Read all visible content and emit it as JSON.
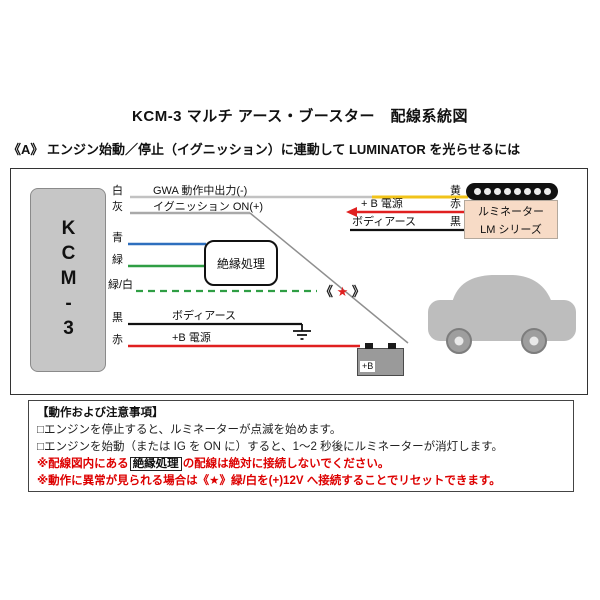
{
  "page": {
    "title": "KCM-3 マルチ アース・ブースター　配線系統図",
    "subtitle": "《A》 エンジン始動／停止（イグニッション）に連動して LUMINATOR を光らせるには"
  },
  "diagram": {
    "unit_label": "KCM-3",
    "insulation_label": "絶縁処理",
    "battery_label": "+B",
    "luminator_line1": "ルミネーター",
    "luminator_line2": "LM シリーズ",
    "star_open": "《",
    "star": "★",
    "star_close": "》",
    "wires": {
      "white_label": "白",
      "white_desc": "GWA 動作中出力(-)",
      "gray_label": "灰",
      "gray_desc": "イグニッション ON(+)",
      "blue_label": "青",
      "green_label": "緑",
      "greenwhite_label": "緑/白",
      "black_label": "黒",
      "black_desc": "ボディアース",
      "red_label": "赤",
      "red_desc": "+B 電源",
      "lum_yellow_label": "黄",
      "lum_red_label": "赤",
      "lum_red_desc": "+ B 電源",
      "lum_black_label": "黒",
      "lum_black_desc": "ボディアース"
    }
  },
  "notes": {
    "heading": "【動作および注意事項】",
    "item1": "□エンジンを停止すると、ルミネーターが点滅を始めます。",
    "item2": "□エンジンを始動（または IG を ON に）すると、1〜2 秒後にルミネーターが消灯します。",
    "warn1_prefix": "※配線図内にある",
    "warn1_boxed": "絶縁処理",
    "warn1_suffix": "の配線は絶対に接続しないでください。",
    "warn2": "※動作に異常が見られる場合は《★》緑/白を(+)12V へ接続することでリセットできます。"
  },
  "colors": {
    "white_wire": "#c2c2c2",
    "gray_wire": "#a9a9a9",
    "blue_wire": "#2e6fbe",
    "green_wire": "#2f9e44",
    "black_wire": "#111111",
    "red_wire": "#e02020",
    "yellow_wire": "#f1c319",
    "star": "#e02020",
    "warning_text": "#dd0000",
    "car_body": "#bdbdbd",
    "luminator_bg": "#f7dbc6",
    "connector_bg": "#111111",
    "unit_bg": "#c6c6c6"
  }
}
